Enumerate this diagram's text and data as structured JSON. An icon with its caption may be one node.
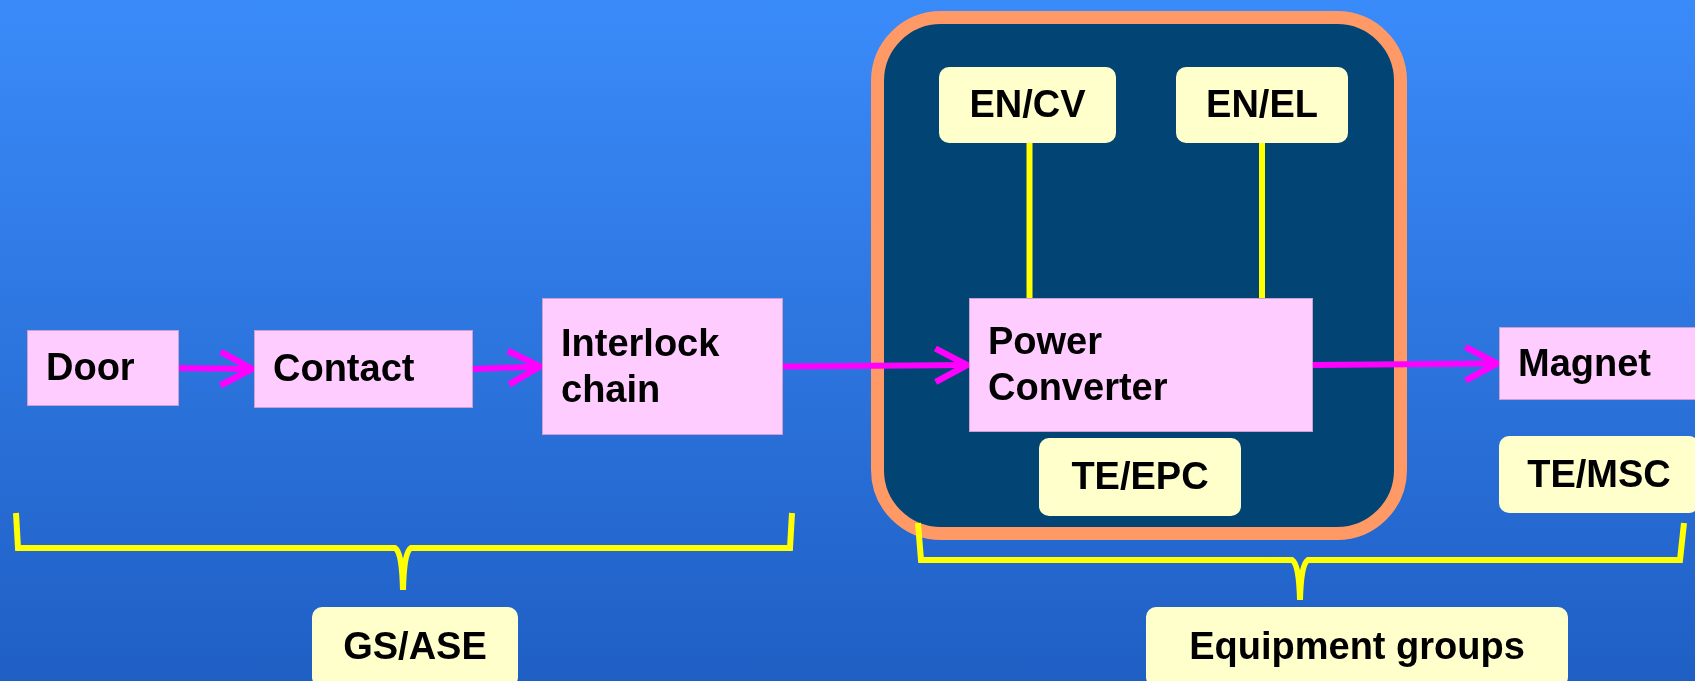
{
  "diagram": {
    "nodes": [
      {
        "text": [
          "Door"
        ]
      },
      {
        "text": [
          "Contact"
        ]
      },
      {
        "text": [
          "Interlock chain"
        ]
      },
      {
        "text": [],
        "shape": "box"
      },
      {
        "text": [
          "EN/CV"
        ],
        "in": 3
      },
      {
        "text": [
          "EN/EL"
        ],
        "in": 3
      },
      {
        "text": [
          "Power Converter"
        ],
        "in": 3
      },
      {
        "text": [
          "TE/EPC"
        ],
        "in": 3
      },
      {
        "text": [
          "Magnet"
        ]
      },
      {
        "text": [
          "TE/MSC"
        ]
      },
      {
        "text": [
          "GS/ASE"
        ]
      },
      {
        "text": [
          "Equipment groups"
        ]
      }
    ],
    "edges": [
      {
        "from": 0,
        "to": 1,
        "arrow": "to"
      },
      {
        "from": 1,
        "to": 2,
        "arrow": "to"
      },
      {
        "from": 2,
        "to": 6,
        "arrow": "to"
      },
      {
        "from": 6,
        "to": 8,
        "arrow": "to"
      },
      {
        "from": 4,
        "to": 6,
        "arrow": "none",
        "color": "#ffff00"
      },
      {
        "from": 5,
        "to": 6,
        "arrow": "none",
        "color": "#ffff00"
      }
    ]
  }
}
